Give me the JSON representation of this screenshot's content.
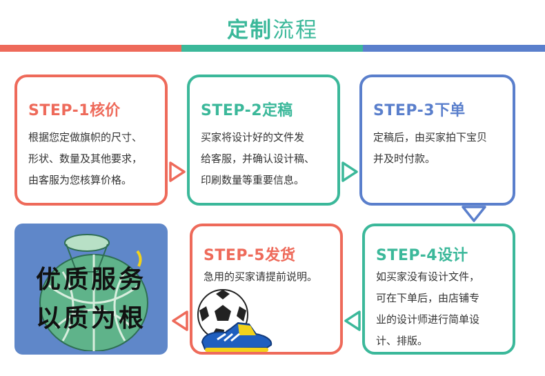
{
  "title": {
    "part1": "定制",
    "part2": "流程"
  },
  "colors": {
    "red": "#ee6a5a",
    "green": "#3bb89a",
    "blue": "#5a7fcc"
  },
  "steps": [
    {
      "step": "STEP-1",
      "name": "核价",
      "lines": [
        "根据您定做旗帜的尺寸、",
        "形状、数量及其他要求，",
        "由客服为您核算价格。"
      ]
    },
    {
      "step": "STEP-2",
      "name": "定稿",
      "lines": [
        "买家将设计好的文件发",
        "给客服，并确认设计稿、",
        "印刷数量等重要信息。"
      ]
    },
    {
      "step": "STEP-3",
      "name": "下单",
      "lines": [
        "定稿后，由买家拍下宝贝",
        "并及时付款。"
      ]
    },
    {
      "step": "STEP-4",
      "name": "设计",
      "lines": [
        "如买家没有设计文件，",
        "可在下单后，由店铺专",
        "业的设计师进行简单设",
        "计、排版。"
      ]
    },
    {
      "step": "STEP-5",
      "name": "发货",
      "lines": [
        "急用的买家请提前说明。"
      ]
    }
  ],
  "image_panel": {
    "line1": "优质服务",
    "line2": "以质为根"
  }
}
